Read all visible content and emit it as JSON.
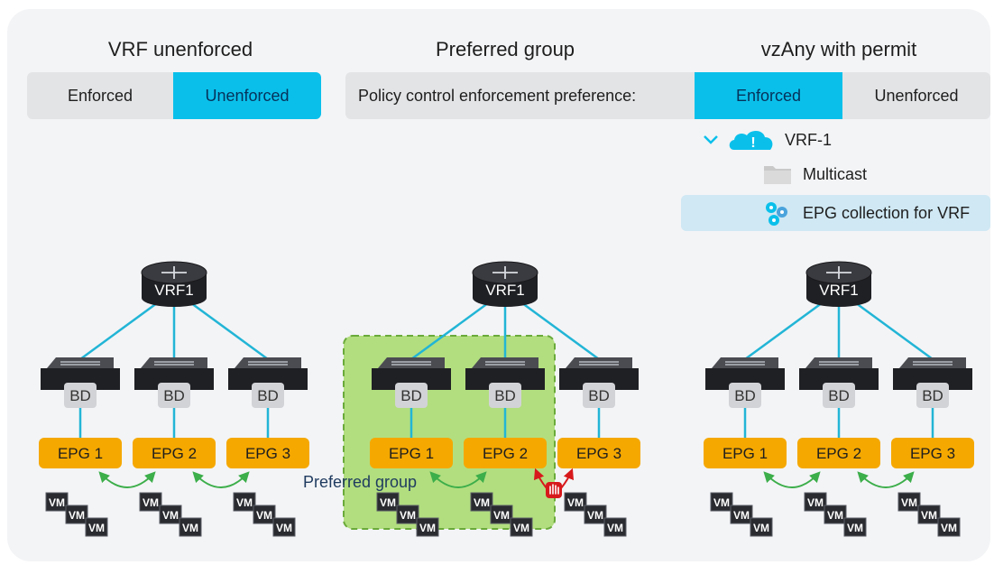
{
  "sections": [
    {
      "title": "VRF unenforced",
      "toggle": {
        "enforced": "Enforced",
        "unenforced": "Unenforced",
        "active": "unenforced"
      }
    },
    {
      "title": "Preferred group",
      "toggle": {
        "prefix": "Policy control enforcement preference:",
        "enforced": "Enforced",
        "unenforced": "Unenforced",
        "active": "enforced"
      }
    },
    {
      "title": "vzAny with permit",
      "tree": {
        "vrf": "VRF-1",
        "folder": "Multicast",
        "collection": "EPG collection for VRF"
      }
    }
  ],
  "topology": {
    "router_label": "VRF1",
    "bd_label": "BD",
    "epgs": [
      "EPG 1",
      "EPG 2",
      "EPG 3"
    ],
    "vm_label": "VM",
    "preferred_group_label": "Preferred group"
  },
  "colors": {
    "accent": "#0ac0eb",
    "epg": "#f5a800",
    "link": "#22b5d6",
    "preferred_group_fill": "#a6d96a",
    "allow_arrow": "#3cae4a",
    "deny": "#d7191c"
  },
  "icons": [
    "router-icon",
    "switch-icon",
    "vm-icon",
    "chevron-down-icon",
    "cloud-alert-icon",
    "folder-icon",
    "epg-collection-icon",
    "deny-hand-icon"
  ]
}
